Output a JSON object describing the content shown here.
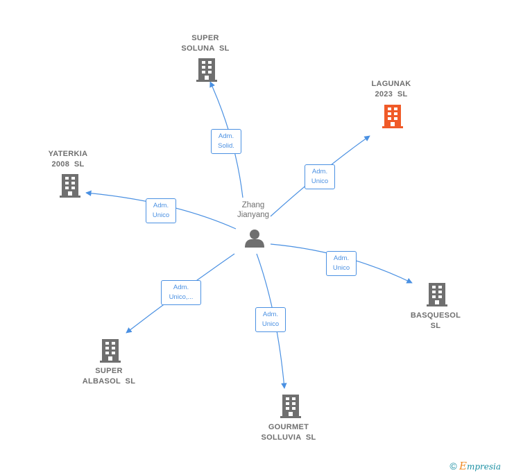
{
  "colors": {
    "edge": "#4a90e2",
    "company": "#6f6f6f",
    "highlight": "#f05a28",
    "person": "#6f6f6f"
  },
  "center": {
    "name_line1": "Zhang",
    "name_line2": "Jianyang",
    "icon": "person-icon"
  },
  "companies": [
    {
      "id": "super-soluna",
      "line1": "SUPER",
      "line2": "SOLUNA  SL",
      "icon": "building-icon",
      "highlight": false
    },
    {
      "id": "lagunak-2023",
      "line1": "LAGUNAK",
      "line2": "2023  SL",
      "icon": "building-icon",
      "highlight": true
    },
    {
      "id": "yaterkia-2008",
      "line1": "YATERKIA",
      "line2": "2008  SL",
      "icon": "building-icon",
      "highlight": false
    },
    {
      "id": "basquesol",
      "line1": "BASQUESOL",
      "line2": "SL",
      "icon": "building-icon",
      "highlight": false
    },
    {
      "id": "super-albasol",
      "line1": "SUPER",
      "line2": "ALBASOL  SL",
      "icon": "building-icon",
      "highlight": false
    },
    {
      "id": "gourmet-solluvia",
      "line1": "GOURMET",
      "line2": "SOLLUVIA  SL",
      "icon": "building-icon",
      "highlight": false
    }
  ],
  "edges": [
    {
      "to": "super-soluna",
      "line1": "Adm.",
      "line2": "Solid."
    },
    {
      "to": "lagunak-2023",
      "line1": "Adm.",
      "line2": "Unico"
    },
    {
      "to": "yaterkia-2008",
      "line1": "Adm.",
      "line2": "Unico"
    },
    {
      "to": "basquesol",
      "line1": "Adm.",
      "line2": "Unico"
    },
    {
      "to": "super-albasol",
      "line1": "Adm.",
      "line2": "Unico,..."
    },
    {
      "to": "gourmet-solluvia",
      "line1": "Adm.",
      "line2": "Unico"
    }
  ],
  "footer": {
    "copyright": "©",
    "brand_first": "E",
    "brand_rest": "mpresia"
  }
}
